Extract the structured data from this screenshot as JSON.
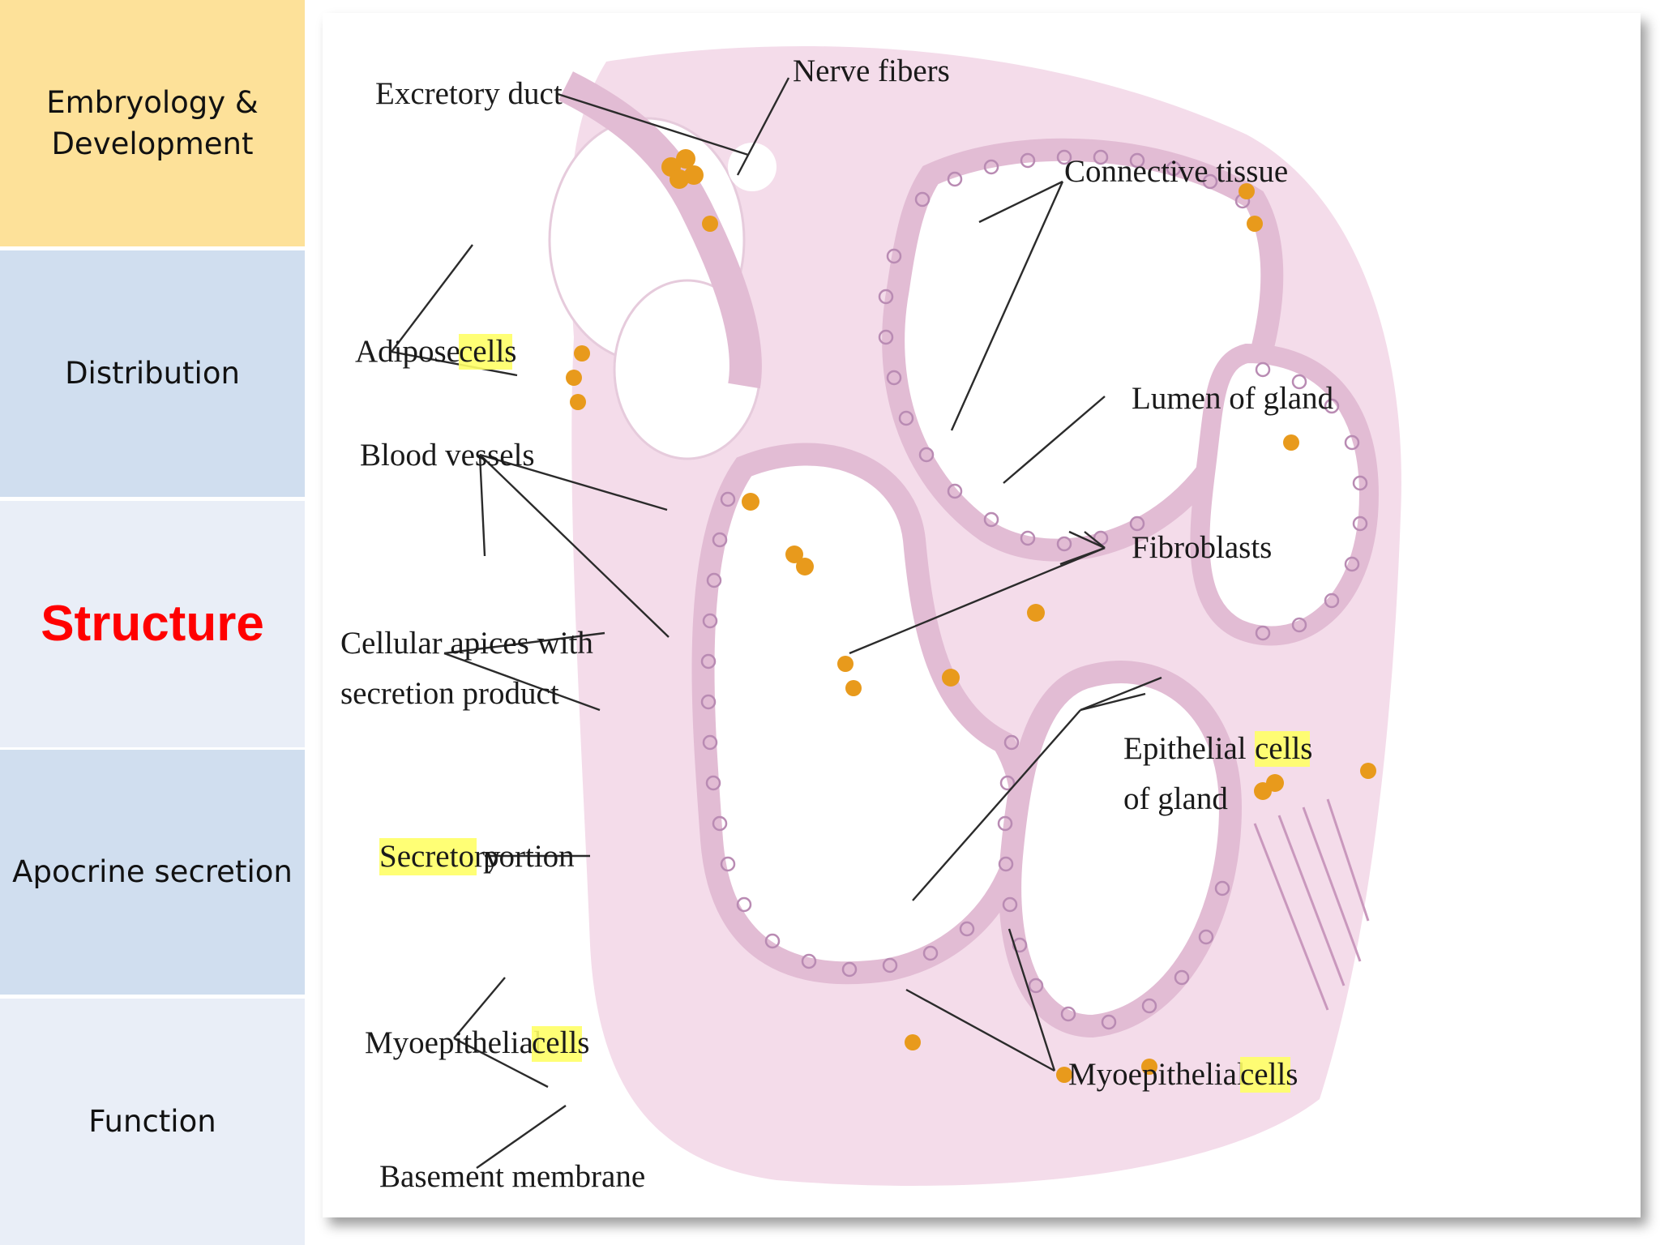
{
  "sidebar": {
    "items": [
      {
        "line1": "Embryology &",
        "line2": "Development",
        "bg": "#fde199"
      },
      {
        "label": "Distribution",
        "bg": "#d0deef"
      },
      {
        "label": "Structure",
        "bg": "#e9eef7",
        "active": true
      },
      {
        "label": "Apocrine secretion",
        "bg": "#d0deef"
      },
      {
        "label": "Function",
        "bg": "#e9eef7"
      }
    ]
  },
  "figure": {
    "labels": {
      "excretory_duct": "Excretory duct",
      "nerve_fibers": "Nerve fibers",
      "connective_tissue": "Connective tissue",
      "adipose_a": "Adipose",
      "adipose_b": "cells",
      "lumen_of_gland": "Lumen of gland",
      "blood_vessels": "Blood vessels",
      "fibroblasts": "Fibroblasts",
      "cellular_apices_1": "Cellular apices with",
      "cellular_apices_2": "secretion product",
      "epithelial_1a": "Epithelial",
      "epithelial_1b": "cells",
      "epithelial_2": "of gland",
      "secretory_a": "Secretory",
      "secretory_b": "portion",
      "myo_left_a": "Myoepithelial",
      "myo_left_b": "cells",
      "myo_right_a": "Myoepithelial",
      "myo_right_b": "cells",
      "basement_membrane": "Basement membrane"
    },
    "colors": {
      "tissue": "#f4dcea",
      "tissue_dark": "#e8bfd7",
      "cell_ring": "#b98bb3",
      "vessel": "#e89a1c",
      "lumen": "#ffffff",
      "highlight": "#ffff66"
    }
  }
}
